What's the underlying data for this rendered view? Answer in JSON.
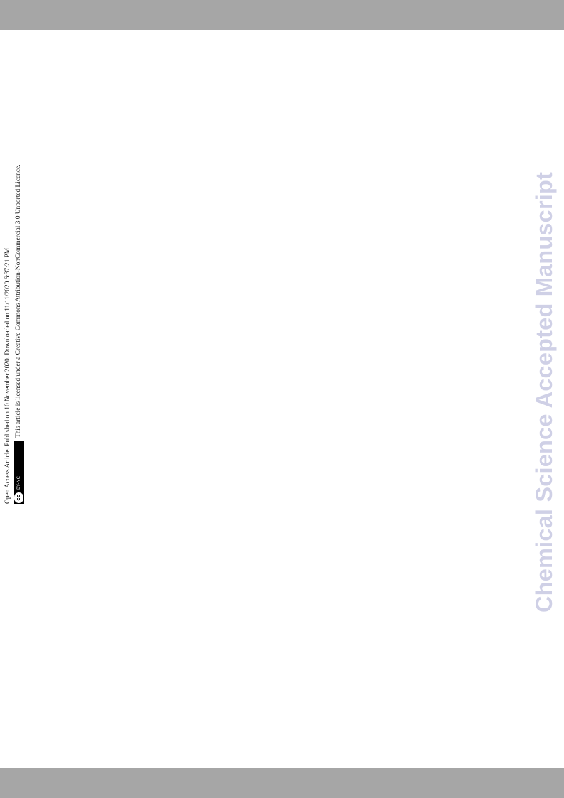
{
  "header": {},
  "notice": {
    "line1": "Open Access Article. Published on 10 November 2020. Downloaded on 11/11/2020 6:37:21 PM.",
    "line2": "This article is licensed under a Creative Commons Attribution-NonCommercial 3.0 Unported Licence.",
    "badge_symbol": "cc",
    "badge_label": "BY-NC"
  },
  "watermark": {
    "text": "Chemical Science Accepted Manuscript",
    "color": "#cfd0e6"
  },
  "colors": {
    "bars": "#a6a6a6"
  }
}
